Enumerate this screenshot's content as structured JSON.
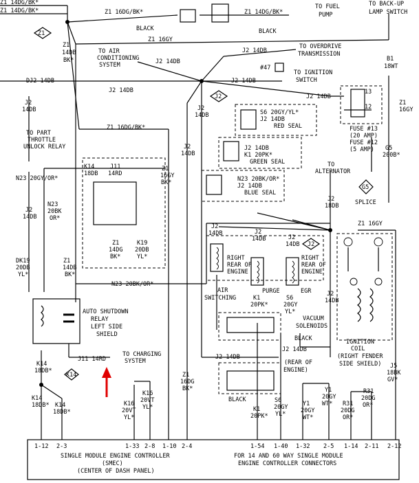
{
  "labels": {
    "l1": "Z1 14DG/BK*",
    "l2": "Z1 14DG/BK*",
    "l3": "Z1 16DG/BK*",
    "l4": "Z1 14DG/BK*",
    "l5": "TO FUEL",
    "l6": "PUMP",
    "l7": "TO BACK-UP",
    "l8": "LAMP SWITCH",
    "l9": "BLACK",
    "l10": "BLACK",
    "l11": "Z1",
    "l12": "Z1 16GY",
    "l13": "Z1",
    "l14": "14DB",
    "l15": "BK*",
    "l16": "TO AIR",
    "l17": "CONDITIONING",
    "l18": "SYSTEM",
    "l19": "J2 14DB",
    "l20": "J2 14DB",
    "l21": "TO OVERDRIVE",
    "l22": "TRANSMISSION",
    "l23": "B1",
    "l24": "18WT",
    "l25": "#47",
    "l26": "TO IGNITION",
    "l27": "SWITCH",
    "l28": "DJ2 14DB",
    "l29": "J2 14DB",
    "l30": "J2 14DB",
    "l31": "13",
    "l32": "J2 14DB",
    "l33": "J2",
    "l34": "J2",
    "l35": "14DB",
    "l36": "Z1",
    "l37": "16GY",
    "l38": "12",
    "l39": "J2",
    "l40": "14DB",
    "l41": "S6 20GY/YL*",
    "l42": "J2 14DB",
    "l43": "RED SEAL",
    "l44": "FUSE #13",
    "l45": "(20 AMP)",
    "l46": "FUSE #12",
    "l47": "(5 AMP)",
    "l48": "Z1 16DG/BK*",
    "l49": "TO PART",
    "l50": "THROTTLE",
    "l51": "UNLOCK RELAY",
    "l52": "G5",
    "l53": "200B*",
    "l54": "J2 14DB",
    "l55": "K1 20PK*",
    "l56": "GREEN SEAL",
    "l57": "J2",
    "l58": "14DB",
    "l59": "K14",
    "l60": "18DB",
    "l61": "J11",
    "l62": "14RD",
    "l63": "TO",
    "l64": "ALTERNATOR",
    "l65": "Z1",
    "l66": "16GY",
    "l67": "BK*",
    "l68": "N23 20BK/OR*",
    "l69": "J2 14DB",
    "l70": "BLUE SEAL",
    "l71": "G5",
    "l72": "N23 20GY/OR*",
    "l73": "N23",
    "l74": "20BK",
    "l75": "OR*",
    "l76": "SPLICE",
    "l77": "J2",
    "l78": "18DB",
    "l79": "J2",
    "l80": "14DB",
    "l81": "Z1 16GY",
    "l82": "J2",
    "l83": "14DB",
    "l84": "J2",
    "l85": "14DB",
    "l86": "J2",
    "l87": "14DB",
    "l88": "Z1",
    "l89": "14DG",
    "l90": "BK*",
    "l91": "K19",
    "l92": "20DB",
    "l93": "YL*",
    "l94": "J2",
    "l95": "RIGHT",
    "l96": "REAR OF",
    "l97": "ENGINE",
    "l98": "RIGHT",
    "l99": "REAR OF",
    "l100": "ENGINE",
    "l101": "DK19",
    "l102": "20DB",
    "l103": "YL*",
    "l104": "Z1",
    "l105": "14DB",
    "l106": "BK*",
    "l107": "N23 20BK/OR*",
    "l108": "AIR",
    "l109": "SWITCHING",
    "l110": "PURGE",
    "l111": "EGR",
    "l112": "J2",
    "l113": "14DB",
    "l114": "K1",
    "l115": "20PK*",
    "l116": "S6",
    "l117": "20GY",
    "l118": "YL*",
    "l119": "AUTO SHUTDOWN",
    "l120": "RELAY",
    "l121": "LEFT SIDE",
    "l122": "SHIELD",
    "l123": "VACUUM",
    "l124": "SOLENOIDS",
    "l125": "BLACK",
    "l126": "IGNITION",
    "l127": "COIL",
    "l128": "(RIGHT FENDER",
    "l129": "SIDE SHIELD)",
    "l130": "J2 14DB",
    "l131": "TO CHARGING",
    "l132": "SYSTEM",
    "l133": "J11 14RD",
    "l134": "J2 14DB",
    "l135": "(REAR OF",
    "l136": "ENGINE)",
    "l137": "K14",
    "l138": "18DB*",
    "l139": "K14",
    "l140": "J5",
    "l141": "18BK",
    "l142": "GV*",
    "l143": "Z1",
    "l144": "16DG",
    "l145": "BK*",
    "l146": "BLACK",
    "l147": "Y1",
    "l148": "20GY",
    "l149": "WT*",
    "l150": "R31",
    "l151": "20DG",
    "l152": "OR*",
    "l153": "K16",
    "l154": "20VT",
    "l155": "YL*",
    "l156": "K16",
    "l157": "20VT",
    "l158": "YL*",
    "l159": "K14",
    "l160": "18DB*",
    "l161": "K14",
    "l162": "18DB*",
    "l163": "K1",
    "l164": "20PK*",
    "l165": "S6",
    "l166": "20GY",
    "l167": "YL*",
    "l168": "Y1",
    "l169": "20GY",
    "l170": "WT*",
    "l171": "R31",
    "l172": "20DG",
    "l173": "OR*"
  },
  "pins": {
    "p1": "1-12",
    "p2": "2-3",
    "p3": "1-33",
    "p4": "2-8",
    "p5": "1-10",
    "p6": "2-4",
    "p7": "1-54",
    "p8": "1-40",
    "p9": "1-32",
    "p10": "2-5",
    "p11": "1-14",
    "p12": "2-11",
    "p13": "2-12"
  },
  "footer": {
    "left1": "SINGLE MODULE ENGINE CONTROLLER",
    "left2": "(SMEC)",
    "left3": "(CENTER OF DASH PANEL)",
    "right1": "FOR 14 AND 60 WAY SINGLE MODULE",
    "right2": "ENGINE CONTROLLER CONNECTORS"
  },
  "colors": {
    "ink": "#000000",
    "arrow": "#e00000",
    "background": "#ffffff"
  }
}
